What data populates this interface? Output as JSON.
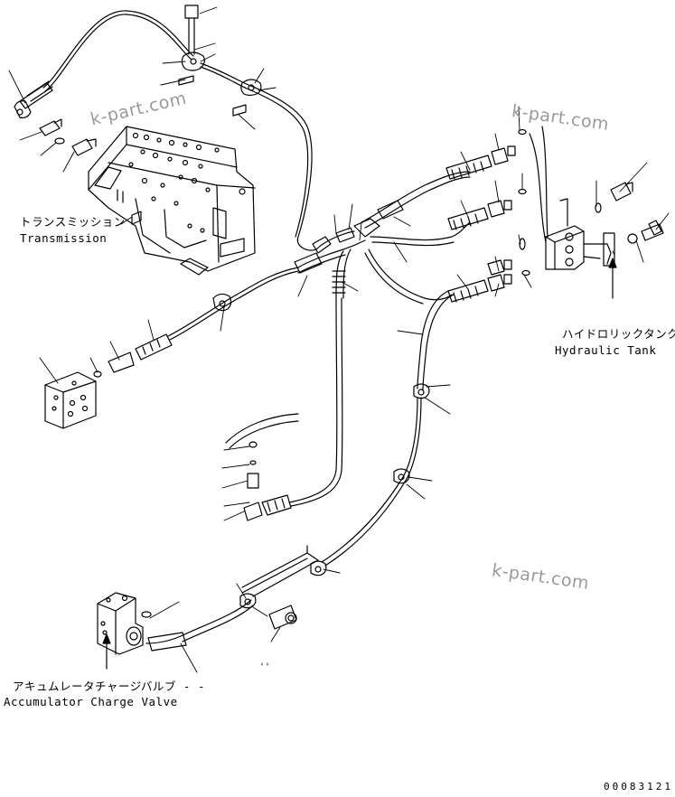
{
  "labels": {
    "transmission_jp": "トランスミッション",
    "transmission_en": "Transmission",
    "hydraulic_tank_jp": "ハイドロリックタンク",
    "hydraulic_tank_en": "Hydraulic Tank",
    "accumulator_jp": "アキュムレータチャージバルブ  - -",
    "accumulator_en": "Accumulator Charge Valve"
  },
  "watermarks": [
    "k-part.com",
    "k-part.com",
    "k-part.com"
  ],
  "drawing_code": "00083121"
}
